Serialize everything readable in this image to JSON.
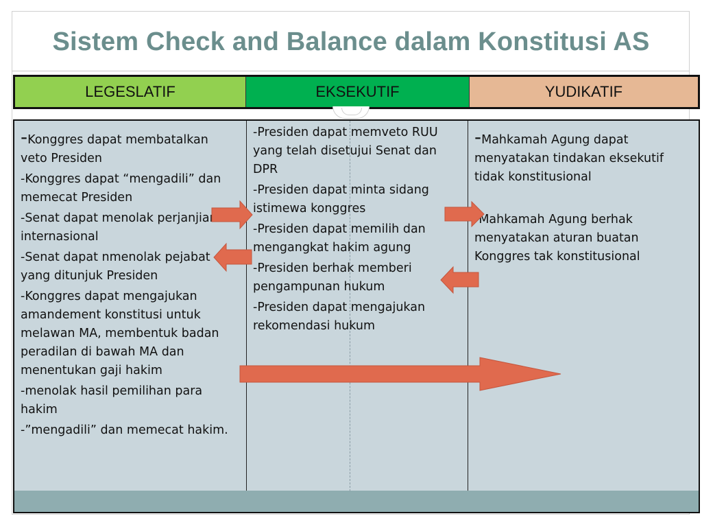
{
  "title": "Sistem Check and Balance dalam Konstitusi AS",
  "headers": {
    "legislatif": "LEGESLATIF",
    "eksekutif": "EKSEKUTIF",
    "yudikatif": "YUDIKATIF"
  },
  "colors": {
    "title": "#6b8e8d",
    "legislatif_header": "#92d050",
    "eksekutif_header": "#00b050",
    "yudikatif_header": "#e6b895",
    "body_bg": "#c9d6dc",
    "footer_band": "#8fadb0",
    "arrow_fill": "#e06a4e",
    "arrow_stroke": "#c4553d"
  },
  "legislatif": {
    "item0_dash": "-",
    "item0_text": "Konggres dapat membatalkan veto Presiden",
    "item1": "-Konggres dapat “mengadili” dan memecat Presiden",
    "item2": "-Senat dapat menolak perjanjian internasional",
    "item3": "-Senat dapat nmenolak pejabat yang ditunjuk Presiden",
    "item4": "-Konggres dapat mengajukan amandement konstitusi untuk melawan MA, membentuk badan peradilan di bawah MA dan menentukan gaji hakim",
    "item5": "-menolak hasil pemilihan para hakim",
    "item6": "-”mengadili” dan memecat hakim."
  },
  "eksekutif": {
    "item0": "-Presiden dapat memveto RUU yang telah disetujui Senat dan DPR",
    "item1": "-Presiden dapat minta sidang istimewa konggres",
    "item2": "-Presiden dapat memilih dan mengangkat hakim agung",
    "item3": "-Presiden berhak memberi pengampunan hukum",
    "item4": "-Presiden dapat mengajukan rekomendasi hukum"
  },
  "yudikatif": {
    "item0_dash": "-",
    "item0_text": "Mahkamah Agung dapat menyatakan tindakan eksekutif tidak konstitusional",
    "item1": "-Mahkamah Agung berhak menyatakan aturan buatan Konggres tak konstitusional"
  },
  "icons": [
    "arrow-right-icon",
    "arrow-left-icon",
    "long-arrow-right-icon"
  ]
}
